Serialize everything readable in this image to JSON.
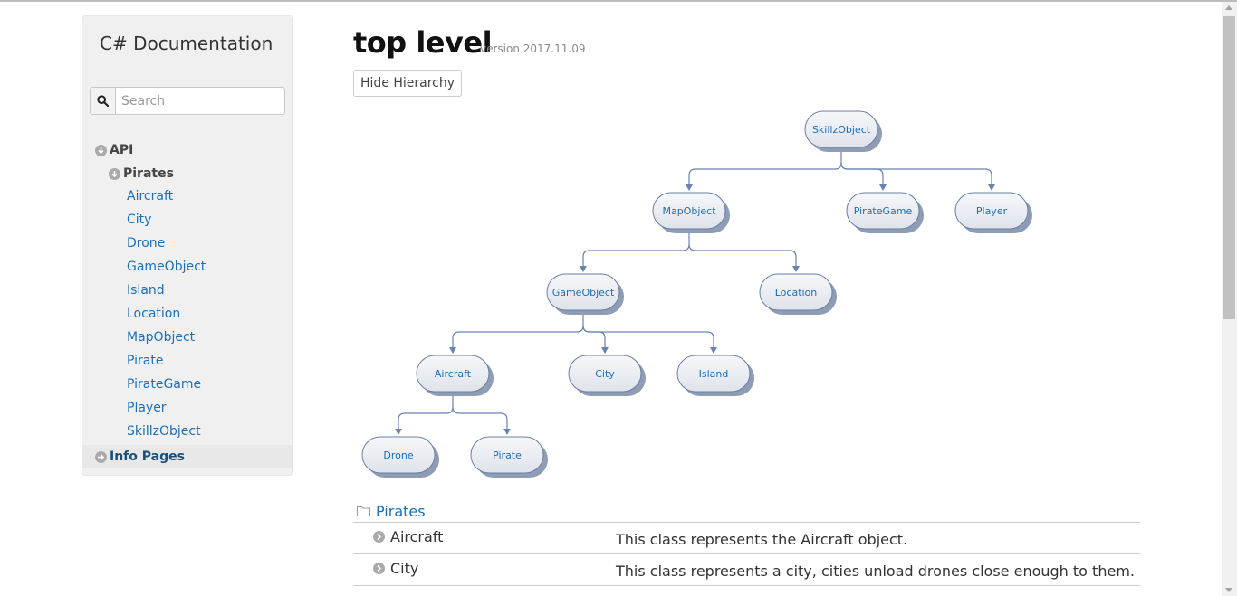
{
  "sidebar": {
    "title": "C# Documentation",
    "search_placeholder": "Search",
    "api_label": "API",
    "pirates_label": "Pirates",
    "classes": [
      "Aircraft",
      "City",
      "Drone",
      "GameObject",
      "Island",
      "Location",
      "MapObject",
      "Pirate",
      "PirateGame",
      "Player",
      "SkillzObject"
    ],
    "info_label": "Info Pages"
  },
  "main": {
    "title": "top level",
    "version": "version 2017.11.09",
    "hide_button": "Hide Hierarchy"
  },
  "hierarchy": {
    "nodes": [
      "SkillzObject",
      "MapObject",
      "PirateGame",
      "Player",
      "GameObject",
      "Location",
      "Aircraft",
      "City",
      "Island",
      "Drone",
      "Pirate"
    ]
  },
  "section": {
    "label": "Pirates",
    "rows": [
      {
        "name": "Aircraft",
        "desc": "This class represents the Aircraft object."
      },
      {
        "name": "City",
        "desc": "This class represents a city, cities unload drones close enough to them."
      }
    ]
  },
  "colors": {
    "link": "#1a6fb5",
    "node_stroke": "#6a7fa6",
    "node_fill": "#e9ecf2"
  }
}
